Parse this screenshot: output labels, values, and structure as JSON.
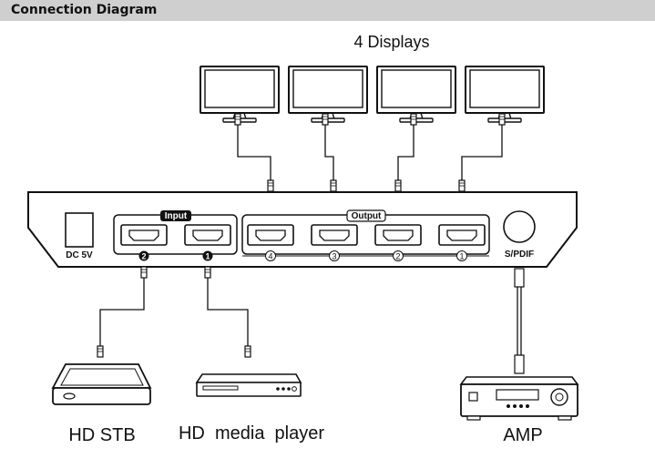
{
  "header": {
    "title": "Connection Diagram"
  },
  "labels": {
    "displays": "4 Displays",
    "dc": "DC 5V",
    "input": "Input",
    "output": "Output",
    "spdif": "S/PDIF",
    "hd_stb": "HD STB",
    "media_player": "HD  media  player",
    "amp": "AMP"
  },
  "input_ports": [
    "2",
    "1"
  ],
  "output_ports": [
    "4",
    "3",
    "2",
    "1"
  ],
  "icons": [
    "display-icon",
    "hdmi-plug-icon",
    "set-top-box-icon",
    "media-player-icon",
    "amplifier-icon"
  ]
}
